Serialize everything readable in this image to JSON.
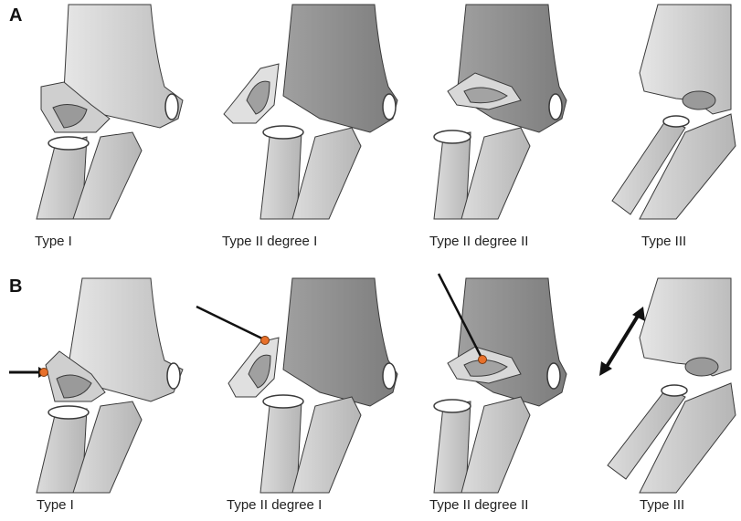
{
  "panels": [
    {
      "letter": "A",
      "captions": [
        "Type I",
        "Type II  degree I",
        "Type II degree II",
        "Type  III"
      ]
    },
    {
      "letter": "B",
      "captions": [
        "Type I",
        "Type II  degree I",
        "Type II degree II",
        "Type  III"
      ]
    }
  ],
  "colors": {
    "bone_light": "#d9d9d9",
    "bone_mid": "#bdbdbd",
    "bone_dark": "#8c8c8c",
    "fragment": "#a8a8a8",
    "outline": "#3a3a3a",
    "marker": "#e8702a",
    "pointer": "#111111"
  }
}
